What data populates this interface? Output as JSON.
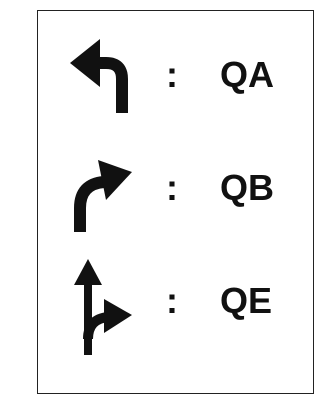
{
  "legend": {
    "items": [
      {
        "icon": "turn-left-arrow-icon",
        "separator": ":",
        "code": "QA"
      },
      {
        "icon": "turn-right-arrow-icon",
        "separator": ":",
        "code": "QB"
      },
      {
        "icon": "straight-or-right-arrow-icon",
        "separator": ":",
        "code": "QE"
      }
    ]
  },
  "colors": {
    "ink": "#111111",
    "border": "#222222",
    "background": "#ffffff"
  }
}
